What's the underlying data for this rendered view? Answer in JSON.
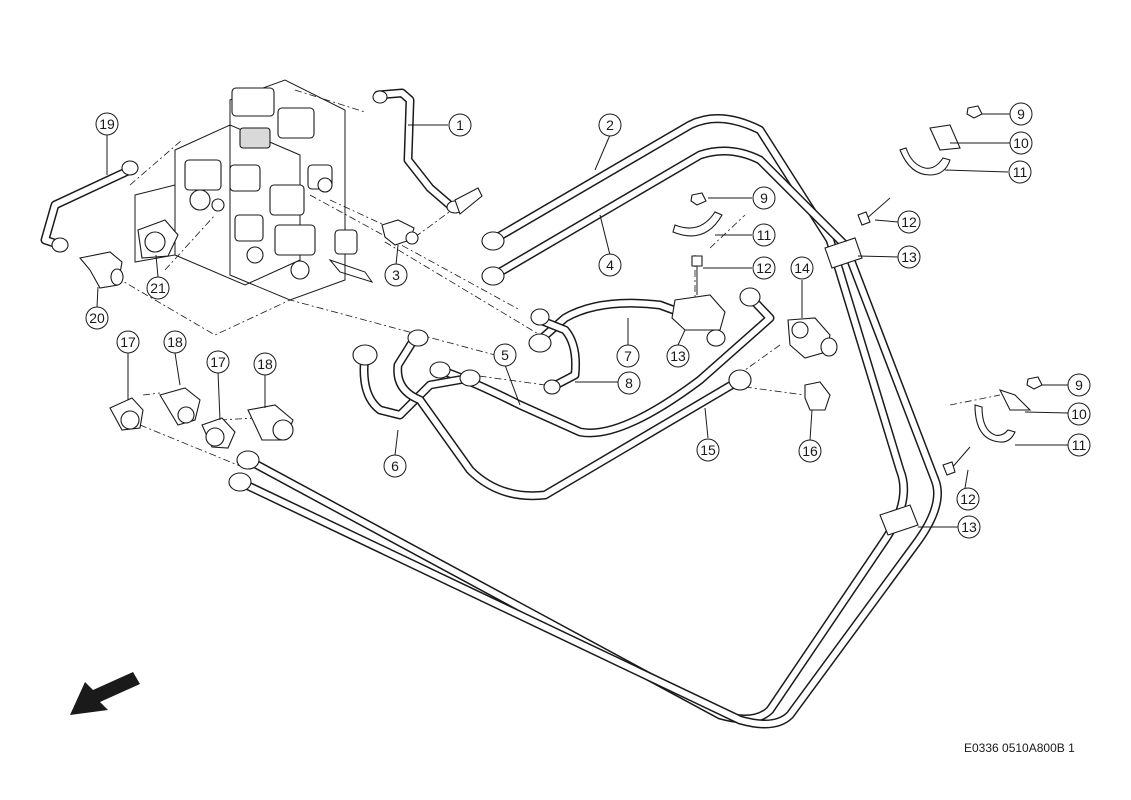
{
  "drawing_number": "E0336 0510A800B 1",
  "callouts": [
    {
      "label": "1"
    },
    {
      "label": "2"
    },
    {
      "label": "3"
    },
    {
      "label": "4"
    },
    {
      "label": "5"
    },
    {
      "label": "6"
    },
    {
      "label": "7"
    },
    {
      "label": "8"
    },
    {
      "label": "9"
    },
    {
      "label": "9"
    },
    {
      "label": "9"
    },
    {
      "label": "10"
    },
    {
      "label": "10"
    },
    {
      "label": "11"
    },
    {
      "label": "11"
    },
    {
      "label": "11"
    },
    {
      "label": "12"
    },
    {
      "label": "12"
    },
    {
      "label": "12"
    },
    {
      "label": "13"
    },
    {
      "label": "13"
    },
    {
      "label": "13"
    },
    {
      "label": "14"
    },
    {
      "label": "15"
    },
    {
      "label": "16"
    },
    {
      "label": "17"
    },
    {
      "label": "17"
    },
    {
      "label": "18"
    },
    {
      "label": "18"
    },
    {
      "label": "19"
    },
    {
      "label": "20"
    },
    {
      "label": "21"
    }
  ],
  "icons": {
    "direction_arrow": "arrow-down-left-icon"
  },
  "colors": {
    "line": "#1a1a1a",
    "background": "#ffffff"
  }
}
